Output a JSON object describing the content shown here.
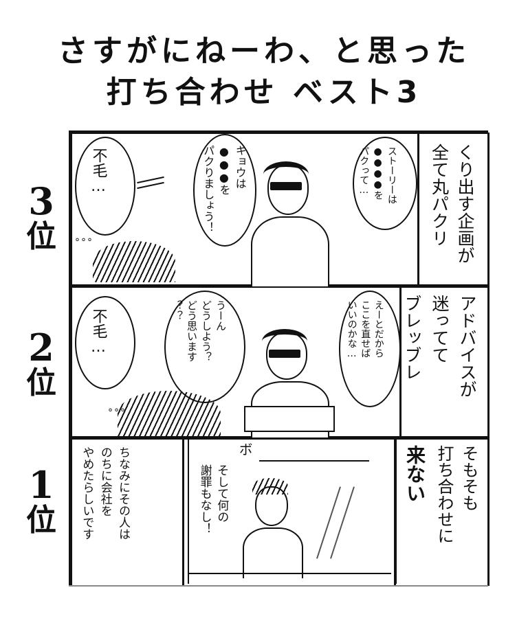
{
  "title": {
    "line1": "さすがにねーわ、と思った",
    "line2": "打ち合わせ ベスト3"
  },
  "ranks": [
    {
      "number": "3",
      "suffix": "位"
    },
    {
      "number": "2",
      "suffix": "位"
    },
    {
      "number": "1",
      "suffix": "位"
    }
  ],
  "panel3": {
    "narration": "くり出す企画が\n全て丸パクリ",
    "speech_story": "ストーリーは\n●●●●を\nパクって…",
    "speech_today": "キョウは\n●●●を\nパクりましょう！",
    "speech_fumo": "不毛…"
  },
  "panel2": {
    "narration": "アドバイスが\n迷ってて\nブレッブレ",
    "speech_ee": "えーとだから\nここを直せば\nいいのかな…",
    "speech_un": "うーん\nどうしよう？\nどう思います\n？？",
    "speech_fumo": "不毛…"
  },
  "panel1": {
    "narration_plain_1": "そもそも",
    "narration_plain_2": "打ち合わせに",
    "narration_bold": "来ない",
    "sfx": "ボ",
    "caption": "そして何の\n謝罪もなし！",
    "aside": "ちなみにその人は\nのちに会社を\nやめたらしいです"
  }
}
